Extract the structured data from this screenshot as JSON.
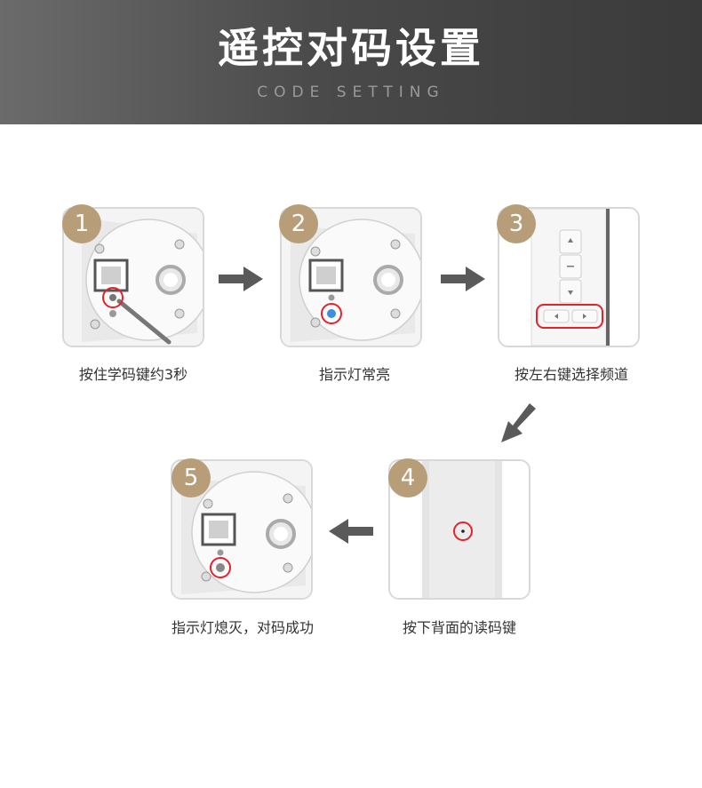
{
  "header": {
    "title": "遥控对码设置",
    "subtitle": "CODE SETTING"
  },
  "steps": [
    {
      "number": "1",
      "caption": "按住学码键约3秒"
    },
    {
      "number": "2",
      "caption": "指示灯常亮"
    },
    {
      "number": "3",
      "caption": "按左右键选择频道"
    },
    {
      "number": "4",
      "caption": "按下背面的读码键"
    },
    {
      "number": "5",
      "caption": "指示灯熄灭，对码成功"
    }
  ],
  "colors": {
    "header_bg": "#4a4a4a",
    "badge": "#b79e79",
    "highlight": "#e0242b",
    "arrow": "#5a5a5a",
    "indicator_on": "#3a8fe0"
  }
}
